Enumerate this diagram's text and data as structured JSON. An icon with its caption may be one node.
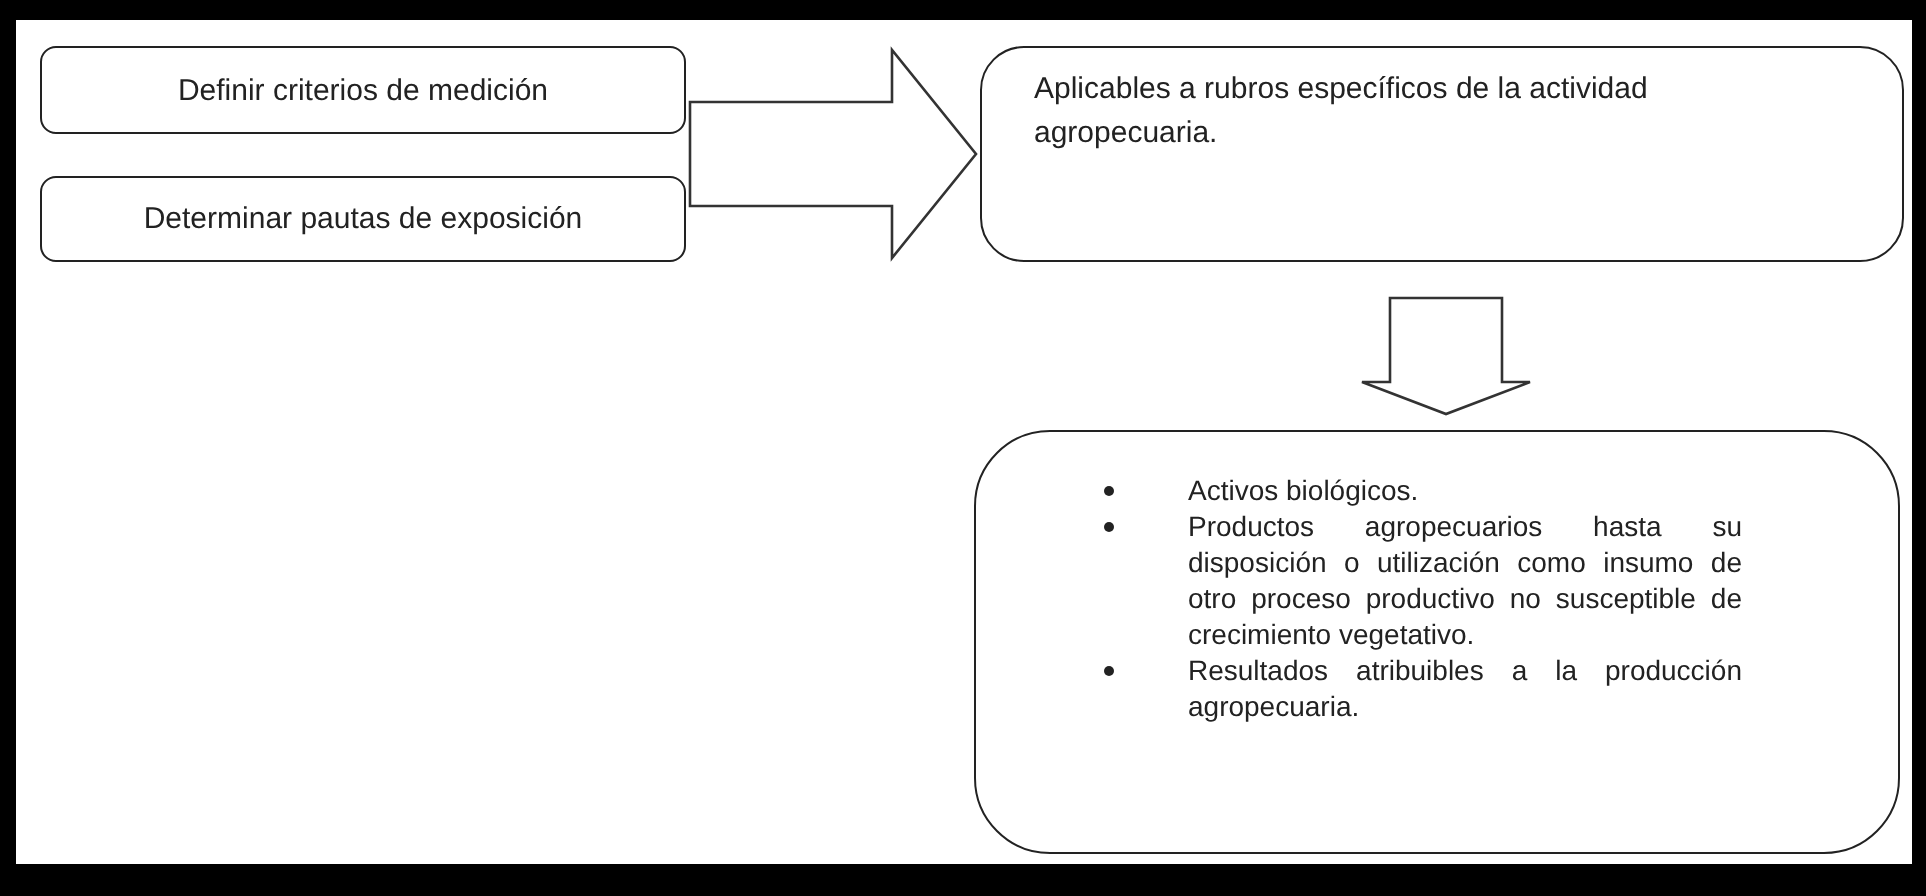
{
  "diagram": {
    "nodes": [
      {
        "text": [
          "Definir criterios de medición"
        ]
      },
      {
        "text": [
          "Determinar pautas de exposición"
        ]
      },
      {
        "text": [
          "Aplicables a rubros específicos de la actividad agropecuaria."
        ]
      },
      {
        "text": [
          "Activos biológicos.",
          "Productos agropecuarios hasta su disposición o utilización como insumo de otro proceso productivo no susceptible de crecimiento vegetativo.",
          "Resultados atribuibles a la producción agropecuaria."
        ]
      }
    ],
    "edges": [
      {
        "from": 0,
        "to": 2,
        "arrow": "to"
      },
      {
        "from": 1,
        "to": 2,
        "arrow": "to"
      },
      {
        "from": 2,
        "to": 3,
        "arrow": "to"
      }
    ]
  }
}
